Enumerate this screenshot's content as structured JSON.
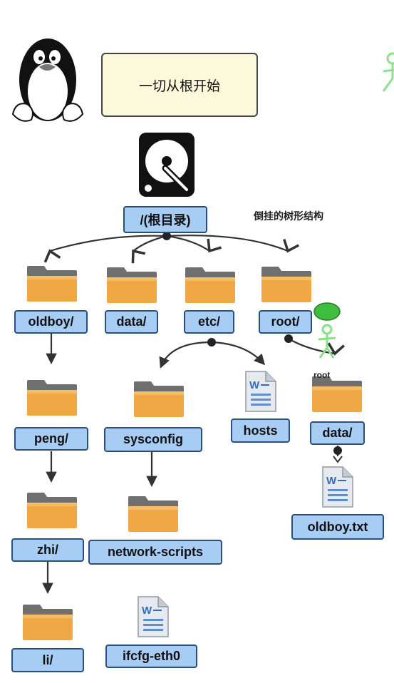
{
  "banner": {
    "text": "一切从根开始"
  },
  "note": {
    "text": "倒挂的树形结构"
  },
  "root": {
    "label": "/(根目录)"
  },
  "dirs": {
    "oldboy": "oldboy/",
    "data": "data/",
    "etc": "etc/",
    "root": "root/",
    "peng": "peng/",
    "zhi": "zhi/",
    "li": "li/",
    "sysconfig": "sysconfig",
    "network_scripts": "network-scripts",
    "root_data": "data/"
  },
  "files": {
    "hosts": "hosts",
    "ifcfg": "ifcfg-eth0",
    "oldboy_txt": "oldboy.txt"
  },
  "figure_label": "root",
  "colors": {
    "node_fill": "#a8cdf5",
    "node_border": "#2b4f7a",
    "folder_body": "#f0a844",
    "folder_tab": "#707070",
    "banner_fill": "#fbf8dc",
    "stick_figure": "#88e088"
  }
}
